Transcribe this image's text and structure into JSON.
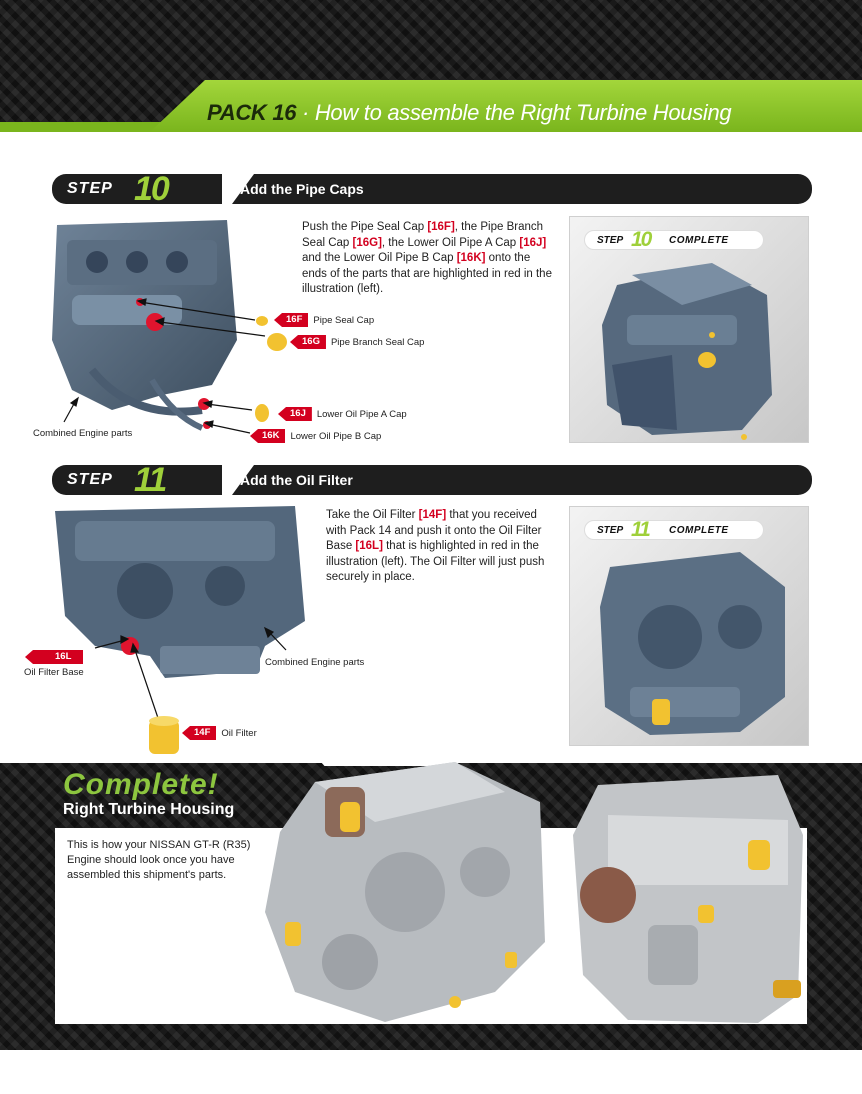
{
  "header": {
    "pack": "PACK 16",
    "separator": "·",
    "title": "How to assemble the Right Turbine Housing"
  },
  "step10": {
    "word": "STEP",
    "number": "10",
    "title": "Add the Pipe Caps",
    "text": [
      {
        "t": "Push the Pipe Seal Cap "
      },
      {
        "t": "[16F]",
        "code": true
      },
      {
        "t": ", the Pipe Branch Seal Cap "
      },
      {
        "t": "[16G]",
        "code": true
      },
      {
        "t": ", the Lower Oil Pipe A Cap "
      },
      {
        "t": "[16J]",
        "code": true
      },
      {
        "t": " and the Lower Oil Pipe B Cap "
      },
      {
        "t": "[16K]",
        "code": true
      },
      {
        "t": " onto the ends of the parts that are highlighted in red in the illustration (left)."
      }
    ],
    "parts": [
      {
        "code": "16F",
        "name": "Pipe Seal Cap"
      },
      {
        "code": "16G",
        "name": "Pipe Branch Seal Cap"
      },
      {
        "code": "16J",
        "name": "Lower Oil Pipe A Cap"
      },
      {
        "code": "16K",
        "name": "Lower Oil Pipe B Cap"
      }
    ],
    "engine_label": "Combined Engine parts",
    "complete": {
      "step": "STEP",
      "number": "10",
      "word": "COMPLETE"
    }
  },
  "step11": {
    "word": "STEP",
    "number": "11",
    "title": "Add the Oil Filter",
    "text": [
      {
        "t": "Take the Oil Filter "
      },
      {
        "t": "[14F]",
        "code": true
      },
      {
        "t": " that you received with Pack 14 and push it onto the Oil Filter Base "
      },
      {
        "t": "[16L]",
        "code": true
      },
      {
        "t": " that is highlighted in red in the illustration (left). The Oil Filter will just push securely in place."
      }
    ],
    "base_part": {
      "code": "16L",
      "name": "Oil Filter Base"
    },
    "filter_part": {
      "code": "14F",
      "name": "Oil Filter"
    },
    "engine_label": "Combined Engine parts",
    "complete": {
      "step": "STEP",
      "number": "11",
      "word": "COMPLETE"
    }
  },
  "complete_section": {
    "heading": "Complete!",
    "subtitle": "Right Turbine Housing",
    "text": "This is how your NISSAN GT-R (R35) Engine should look once you have assembled this shipment's parts."
  },
  "colors": {
    "accent_green": "#8dc63f",
    "part_red": "#d3001f",
    "engine_blue": "#4d6175",
    "cap_yellow": "#f2c230"
  }
}
